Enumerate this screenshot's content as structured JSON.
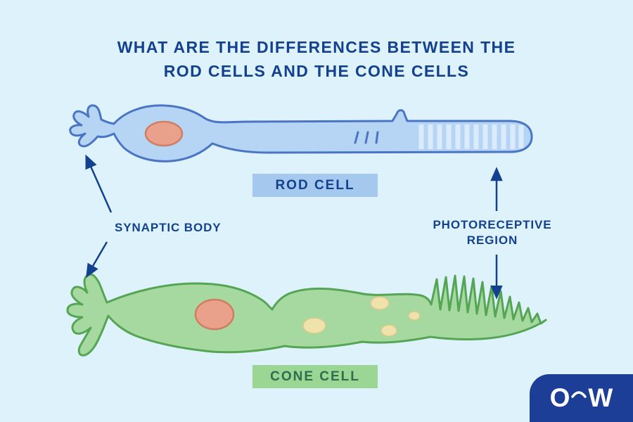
{
  "title": {
    "line1": "WHAT ARE THE DIFFERENCES BETWEEN THE",
    "line2": "ROD CELLS AND THE CONE CELLS"
  },
  "diagram": {
    "rod_label": "ROD CELL",
    "cone_label": "CONE CELL",
    "synaptic_body_label": "SYNAPTIC BODY",
    "photoreceptive_label_line1": "PHOTORECEPTIVE",
    "photoreceptive_label_line2": "REGION"
  },
  "logo": {
    "letter_left": "O",
    "letter_right": "W"
  },
  "icons": {
    "arc": "arc-icon",
    "arrowheads": "arrowhead-icon"
  },
  "colors": {
    "background": "#def2fb",
    "dark_blue_text": "#14418f",
    "rod_fill": "#b6d4f4",
    "rod_stroke": "#4a74c4",
    "rod_striation": "#dcebfb",
    "rod_label_bg": "#a5c8ef",
    "cone_fill": "#a6d99f",
    "cone_stroke": "#55a554",
    "cone_label_bg": "#9bd694",
    "cone_label_text": "#2d6e4c",
    "nucleus_fill": "#e9a18c",
    "nucleus_stroke": "#d07e62",
    "oval_fill": "#efe2ab",
    "logo_bg": "#1d3e96"
  }
}
